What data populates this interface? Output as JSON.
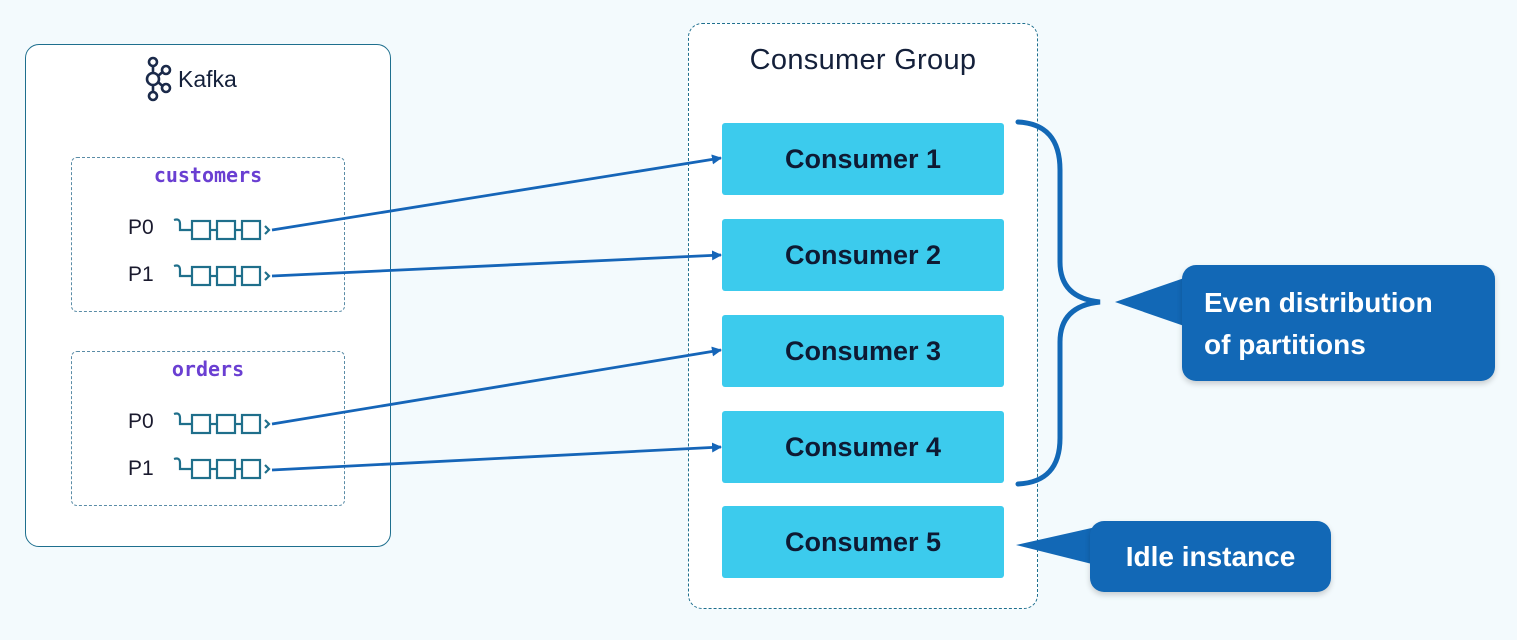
{
  "kafka": {
    "label": "Kafka",
    "icon": "kafka-logo-icon",
    "topics": [
      {
        "name": "customers",
        "partitions": [
          "P0",
          "P1"
        ]
      },
      {
        "name": "orders",
        "partitions": [
          "P0",
          "P1"
        ]
      }
    ]
  },
  "consumer_group": {
    "title": "Consumer Group",
    "consumers": [
      "Consumer 1",
      "Consumer 2",
      "Consumer 3",
      "Consumer 4",
      "Consumer 5"
    ]
  },
  "assignments": [
    {
      "topic": "customers",
      "partition": "P0",
      "consumer": "Consumer 1"
    },
    {
      "topic": "customers",
      "partition": "P1",
      "consumer": "Consumer 2"
    },
    {
      "topic": "orders",
      "partition": "P0",
      "consumer": "Consumer 3"
    },
    {
      "topic": "orders",
      "partition": "P1",
      "consumer": "Consumer 4"
    }
  ],
  "callouts": {
    "even_line1": "Even distribution",
    "even_line2": "of partitions",
    "idle": "Idle instance"
  },
  "colors": {
    "consumer_fill": "#3ccbed",
    "callout_fill": "#1268b6",
    "arrow": "#1565b8",
    "topic_name": "#6a3fd2",
    "border": "#1e6f8e"
  }
}
